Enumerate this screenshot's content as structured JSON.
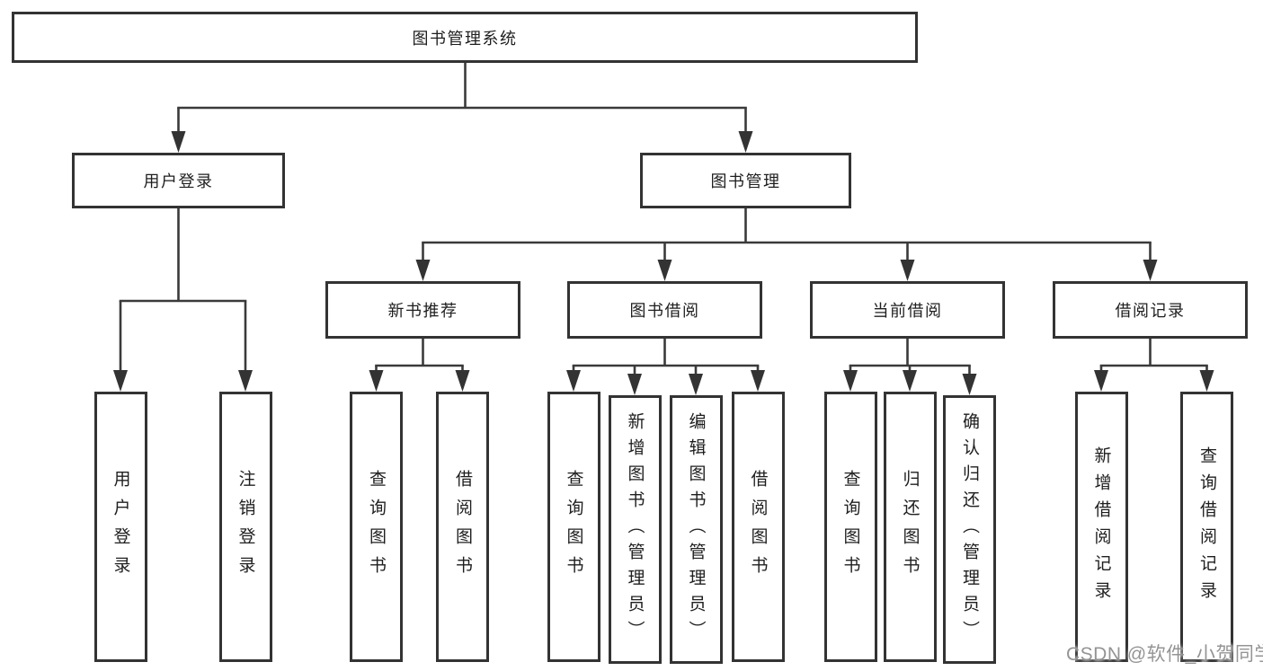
{
  "diagram": {
    "type": "hierarchy-structure-chart",
    "watermark": "CSDN @软件_小贺同学",
    "colors": {
      "background": "#ffffff",
      "box_border": "#333333",
      "connector_line": "#3a3a3a",
      "text": "#1e1e1e",
      "watermark_text": "#949494"
    },
    "tree": {
      "label": "图书管理系统",
      "children": [
        {
          "label": "用户登录",
          "children": [
            {
              "label": "用户登录"
            },
            {
              "label": "注销登录"
            }
          ]
        },
        {
          "label": "图书管理",
          "children": [
            {
              "label": "新书推荐",
              "children": [
                {
                  "label": "查询图书"
                },
                {
                  "label": "借阅图书"
                }
              ]
            },
            {
              "label": "图书借阅",
              "children": [
                {
                  "label": "查询图书"
                },
                {
                  "label": "新增图书（管理员）"
                },
                {
                  "label": "编辑图书（管理员）"
                },
                {
                  "label": "借阅图书"
                }
              ]
            },
            {
              "label": "当前借阅",
              "children": [
                {
                  "label": "查询图书"
                },
                {
                  "label": "归还图书"
                },
                {
                  "label": "确认归还（管理员）"
                }
              ]
            },
            {
              "label": "借阅记录",
              "children": [
                {
                  "label": "新增借阅记录"
                },
                {
                  "label": "查询借阅记录"
                }
              ]
            }
          ]
        }
      ]
    }
  }
}
